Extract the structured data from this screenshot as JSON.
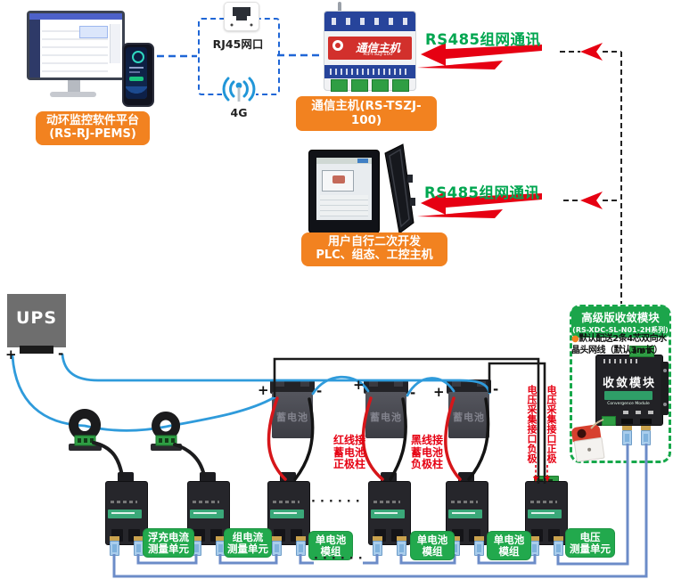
{
  "platform": {
    "label_line1": "动环监控软件平台",
    "label_line2": "(RS-RJ-PEMS)"
  },
  "uplink": {
    "rj45_label": "RJ45网口",
    "g4_label": "4G"
  },
  "comm_host": {
    "brand": "通信主机",
    "model": "RS-TSZJ-100",
    "label": "通信主机(RS-TSZJ-100)"
  },
  "rs485_label": "RS485组网通讯",
  "panel": {
    "label_line1": "用户自行二次开发",
    "label_line2": "PLC、组态、工控主机"
  },
  "convergence": {
    "title_line1": "高级版收敛模块",
    "title_line2": "(RS-XDC-SL-N01-2H系列)",
    "note_bullet": "●",
    "note_line1": "默认配送2条4芯双向水",
    "note_line2": "晶头网线（默认3m长）",
    "device_name": "收敛模块",
    "device_sub": "Convergence Module"
  },
  "ups_label": "UPS",
  "battery_label": "蓄电池",
  "plus": "+",
  "minus": "-",
  "wire_notes": {
    "red_line1": "红线接",
    "red_line2": "蓄电池",
    "red_line3": "正极柱",
    "black_line1": "黑线接",
    "black_line2": "蓄电池",
    "black_line3": "负极柱",
    "v_plus": "电压采集接口正极",
    "v_minus": "电压采集接口负极"
  },
  "units": [
    {
      "l1": "浮充电流",
      "l2": "测量单元"
    },
    {
      "l1": "组电流",
      "l2": "测量单元"
    },
    {
      "l1": "单电池",
      "l2": "模组"
    },
    {
      "l1": "单电池",
      "l2": "模组"
    },
    {
      "l1": "单电池",
      "l2": "模组"
    },
    {
      "l1": "电压",
      "l2": "测量单元"
    }
  ],
  "dots": "······",
  "colors": {
    "label_orange": "#f28220",
    "label_green": "#22a94d",
    "rs485_green": "#00a650",
    "arrow_red": "#e60012",
    "wire_blue": "#2f9bdb",
    "bus_blue": "#6c8cc8",
    "dash_blue": "#1f66d6",
    "dash_black": "#222222",
    "device_black": "#26262b"
  }
}
